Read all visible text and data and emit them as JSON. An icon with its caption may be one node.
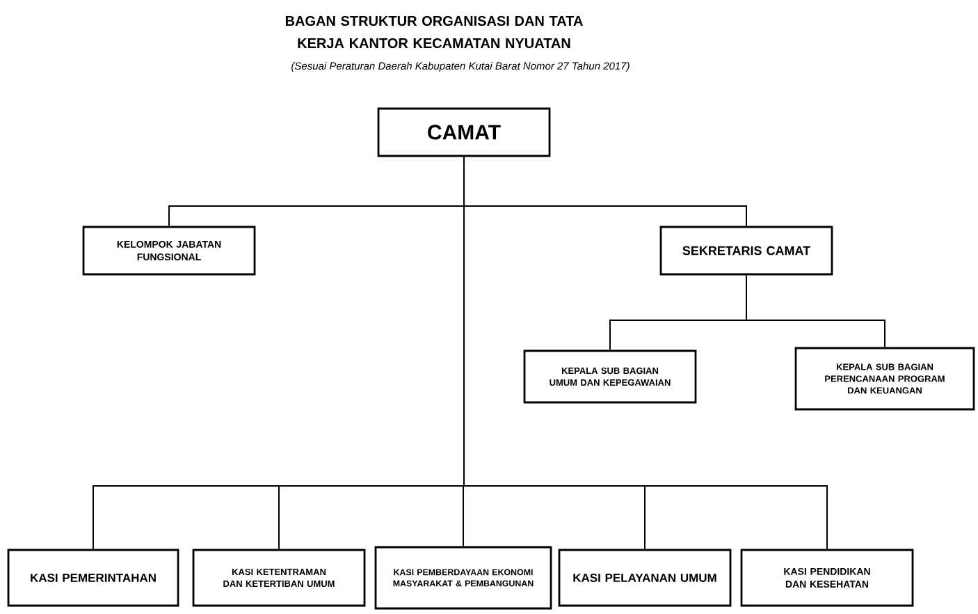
{
  "diagram": {
    "title": "BAGAN STRUKTUR ORGANISASI DAN TATA KERJA KANTOR KECAMATAN NYUATAN",
    "caption": "(Sesuai Peraturan Daerah Kabupaten Kutai Barat Nomor 27 Tahun 2017)",
    "nodes": [
      {
        "text": [
          "CAMAT"
        ]
      },
      {
        "text": [
          "KELOMPOK JABATAN FUNGSIONAL"
        ]
      },
      {
        "text": [
          "SEKRETARIS CAMAT"
        ]
      },
      {
        "text": [
          "KEPALA SUB BAGIAN UMUM DAN KEPEGAWAIAN"
        ]
      },
      {
        "text": [
          "KEPALA SUB BAGIAN PERENCANAAN PROGRAM DAN KEUANGAN"
        ]
      },
      {
        "text": [
          "KASI PEMERINTAHAN"
        ]
      },
      {
        "text": [
          "KASI KETENTRAMAN DAN KETERTIBAN UMUM"
        ]
      },
      {
        "text": [
          "KASI PEMBERDAYAAN EKONOMI MASYARAKAT & PEMBANGUNAN"
        ]
      },
      {
        "text": [
          "KASI PELAYANAN UMUM"
        ]
      },
      {
        "text": [
          "KASI PENDIDIKAN DAN KESEHATAN"
        ]
      }
    ],
    "edges": [
      {
        "from": 0,
        "to": 1,
        "arrow": "none"
      },
      {
        "from": 0,
        "to": 2,
        "arrow": "none"
      },
      {
        "from": 2,
        "to": 3,
        "arrow": "none"
      },
      {
        "from": 2,
        "to": 4,
        "arrow": "none"
      },
      {
        "from": 0,
        "to": 5,
        "arrow": "none"
      },
      {
        "from": 0,
        "to": 6,
        "arrow": "none"
      },
      {
        "from": 0,
        "to": 7,
        "arrow": "none"
      },
      {
        "from": 0,
        "to": 8,
        "arrow": "none"
      },
      {
        "from": 0,
        "to": 9,
        "arrow": "none"
      }
    ]
  }
}
